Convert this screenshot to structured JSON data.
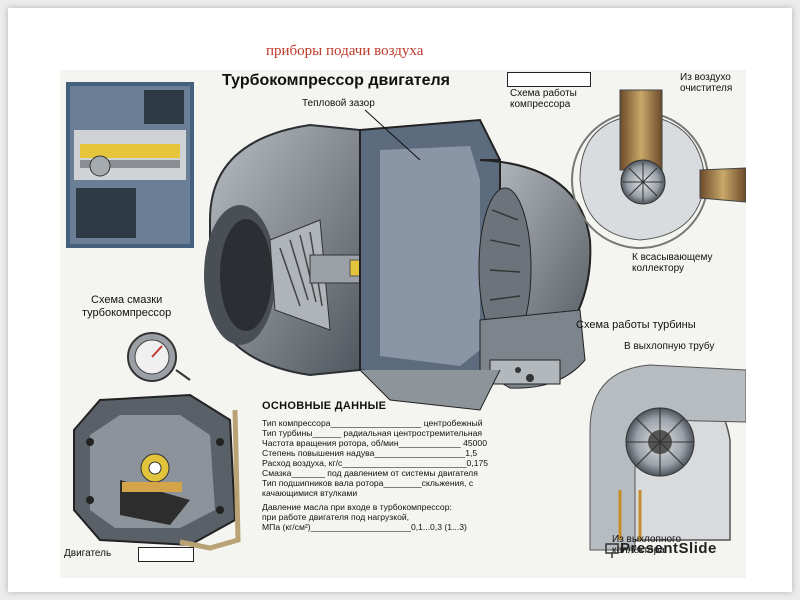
{
  "slide": {
    "title": "приборы подачи воздуха"
  },
  "poster": {
    "title": "Турбокомпрессор двигателя",
    "labels": {
      "heat_gap": "Тепловой зазор",
      "compressor_scheme": "Схема работы\nкомпрессора",
      "from_air_cleaner": "Из воздухо\nочистителя",
      "to_intake": "К всасывающему\nколлектору",
      "lubrication_scheme": "Схема смазки\nтурбокомпрессор",
      "turbine_scheme": "Схема работы турбины",
      "to_exhaust": "В выхлопную трубу",
      "from_exhaust": "Из выхлопного\nколлектора",
      "engine": "Двигатель"
    },
    "main_data": {
      "heading": "ОСНОВНЫЕ ДАННЫЕ",
      "lines": [
        "Тип компрессора___________________ центробежный",
        "Тип турбины______ радиальная центростремительная",
        "Частота вращения ротора, об/мин_____________ 45000",
        "Степень повышения надува___________________1,5",
        "Расход воздуха, кг/с__________________________0,175",
        "Смазка_______ под давлением от системы двигателя",
        "Тип подшипников вала ротора________скльжения, с",
        "   качающимися втулками",
        "Давление масла при входе в турбокомпрессор:",
        "   при работе двигателя под нагрузкой,",
        "   МПа (кг/см²)_____________________0,1...0,3 (1...3)"
      ]
    }
  },
  "watermark": {
    "text": "PresentSlide"
  },
  "colors": {
    "title": "#c0392b",
    "metal": "#8a8f96",
    "housing": "#5d6b7e",
    "background": "#f4f4f1"
  }
}
